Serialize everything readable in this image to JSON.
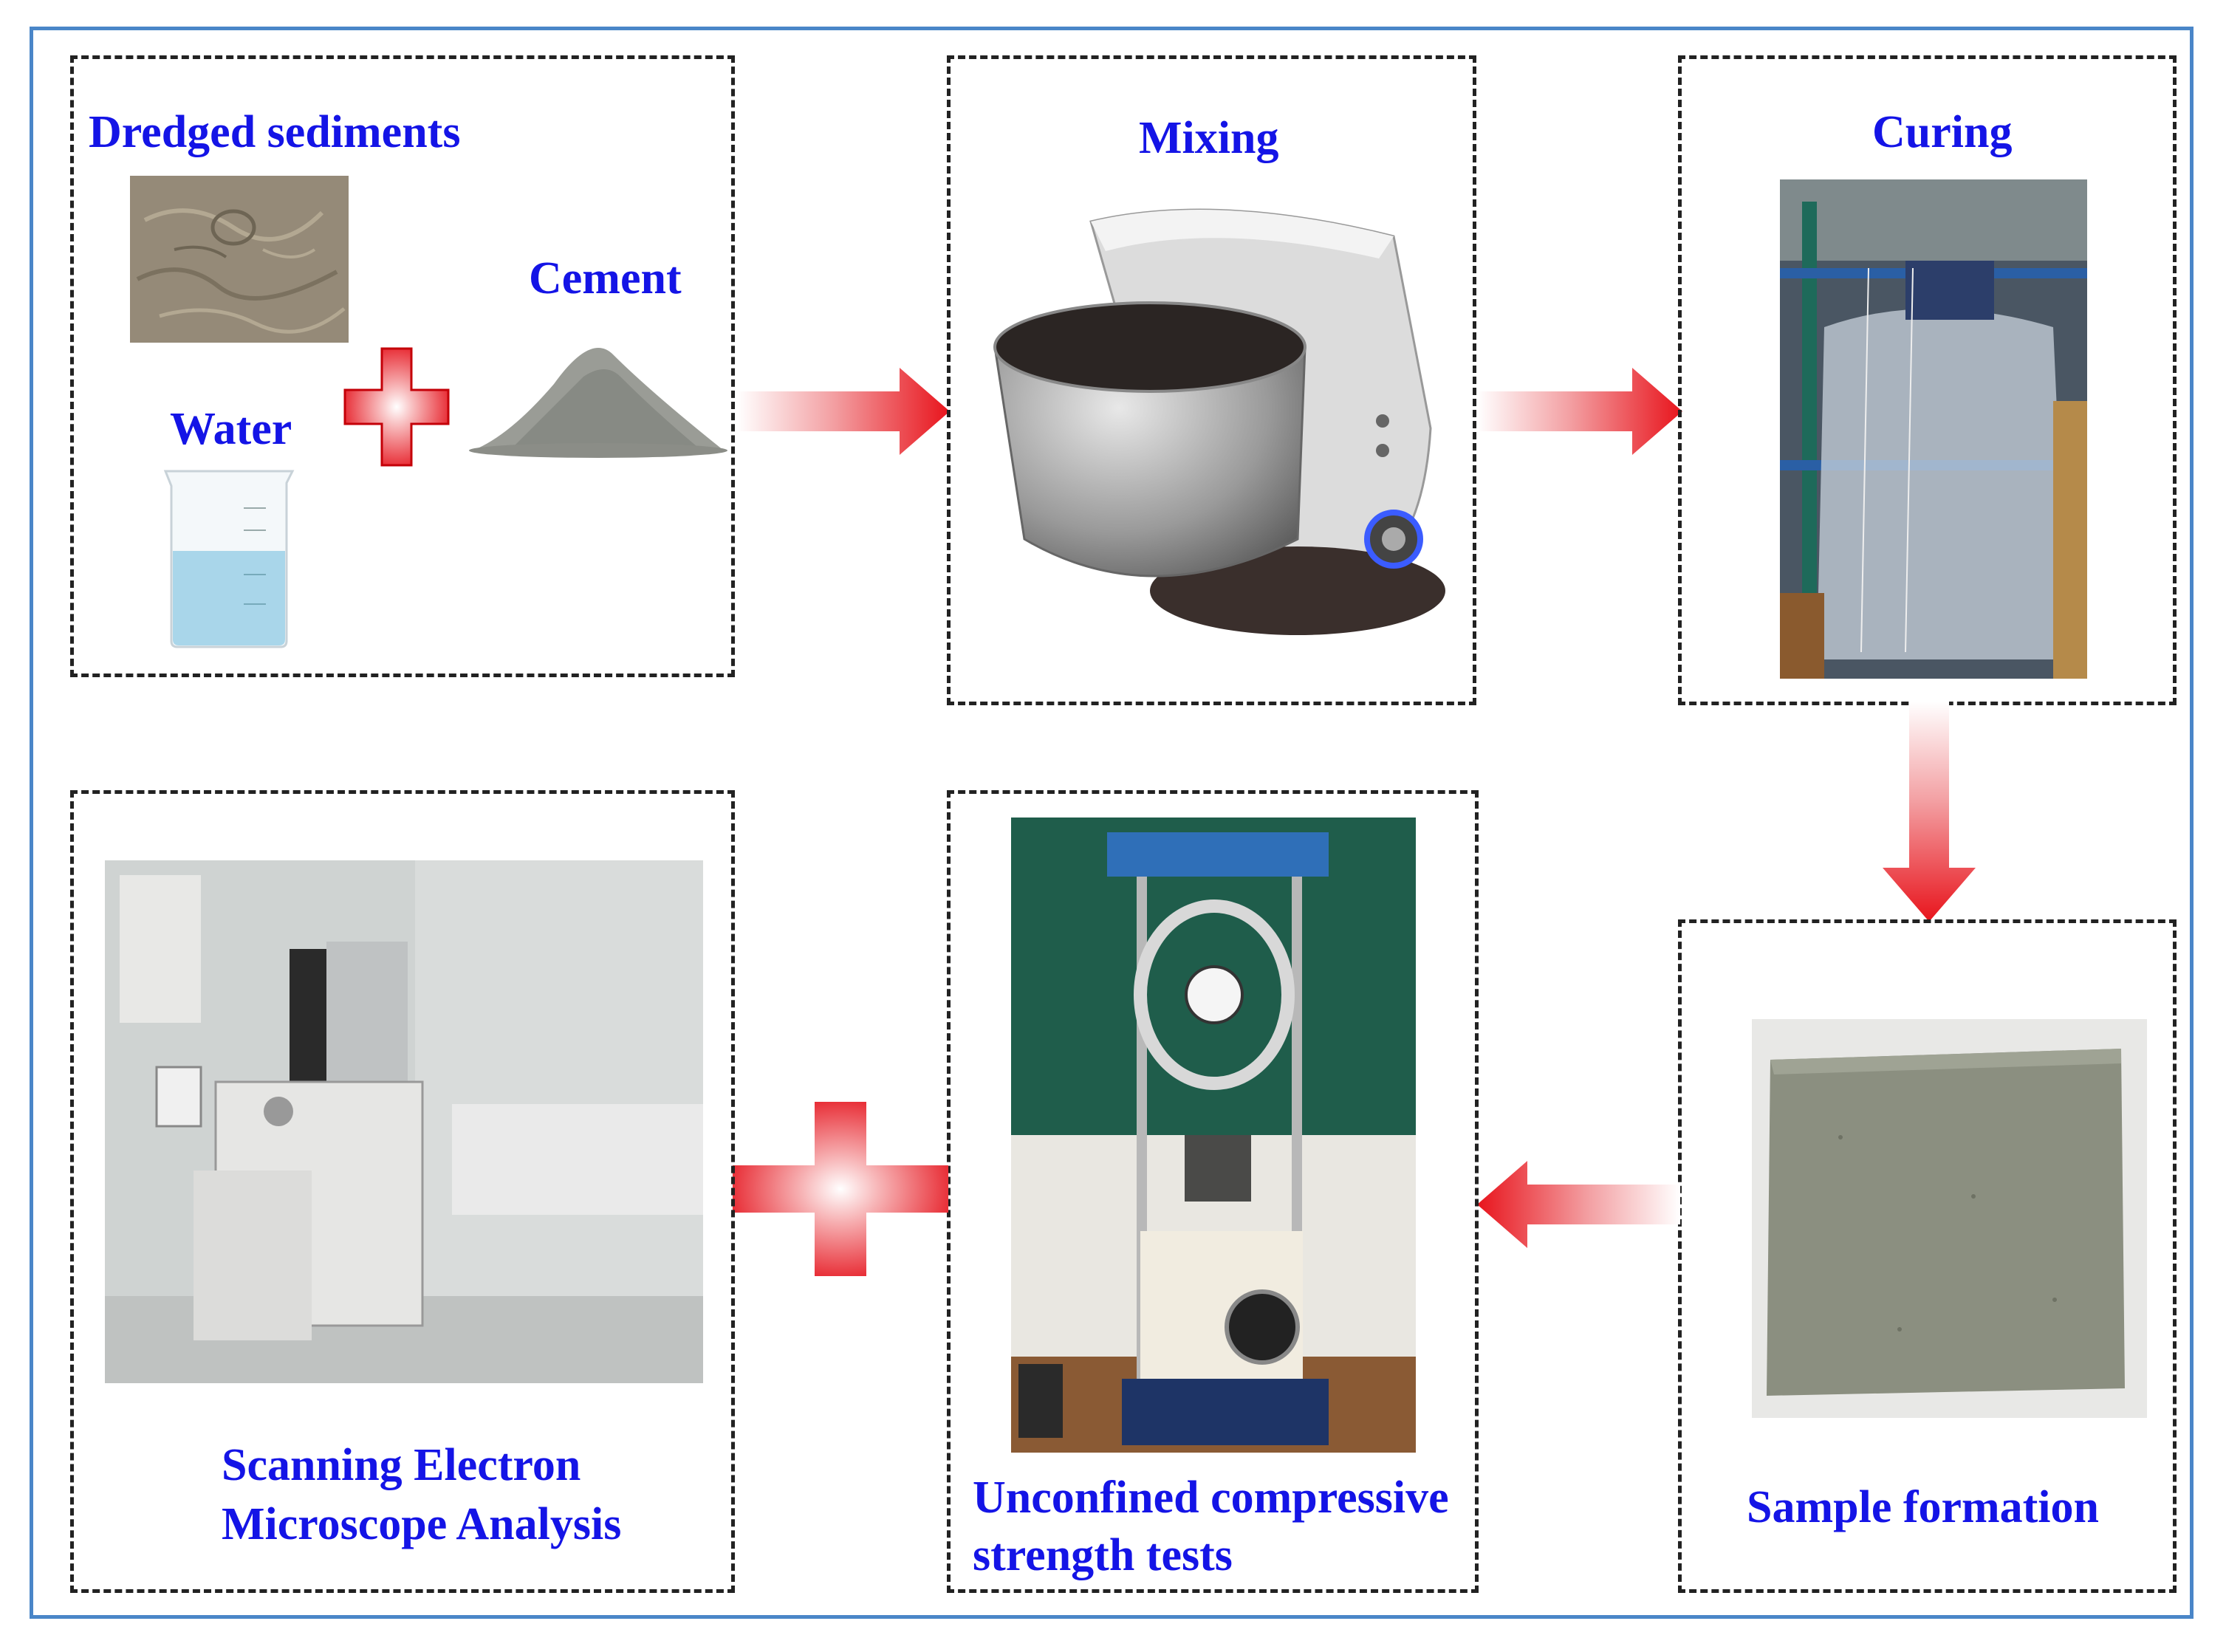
{
  "steps": {
    "materials": {
      "sediments_label": "Dredged sediments",
      "cement_label": "Cement",
      "water_label": "Water"
    },
    "mixing": {
      "label": "Mixing"
    },
    "curing": {
      "label": "Curing"
    },
    "sample": {
      "label": "Sample formation"
    },
    "ucs": {
      "label_line1": "Unconfined compressive",
      "label_line2": "strength tests"
    },
    "sem": {
      "label_line1": "Scanning Electron",
      "label_line2": "Microscope Analysis"
    }
  },
  "colors": {
    "frame": "#4a86c8",
    "label_text": "#1414e6",
    "arrow": "#e8141c",
    "dashed_border": "#222222"
  },
  "icons": [
    "plus-icon",
    "plus-icon"
  ]
}
